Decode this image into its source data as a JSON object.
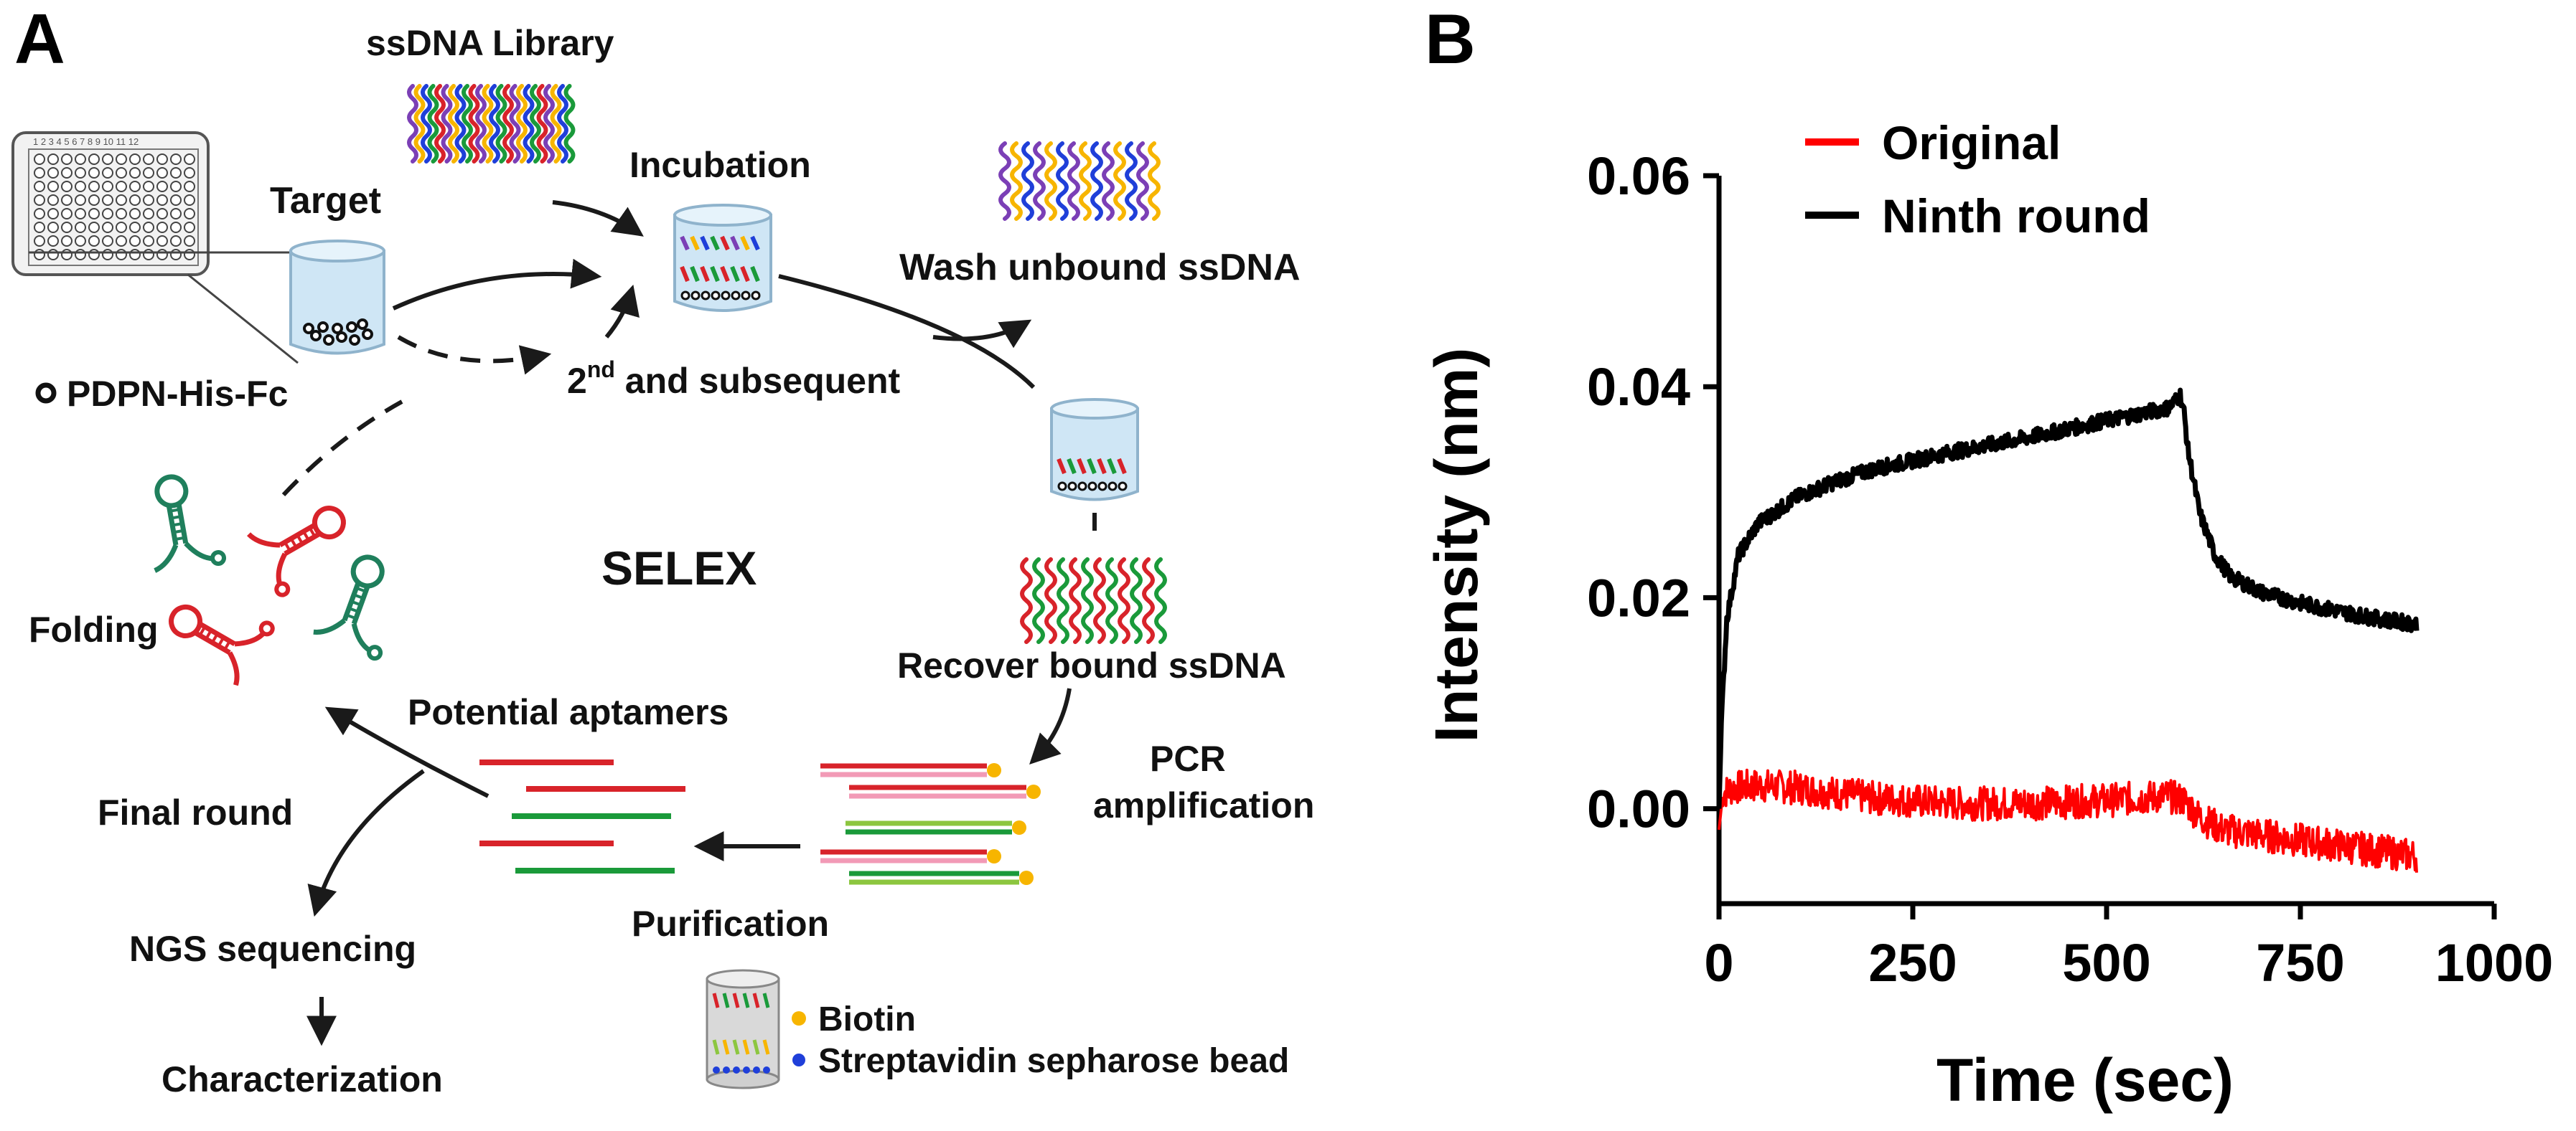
{
  "panels": {
    "a": "A",
    "b": "B"
  },
  "diagram": {
    "ssdna_library": "ssDNA Library",
    "target": "Target",
    "incubation": "Incubation",
    "wash": "Wash unbound ssDNA",
    "subsequent_base": "2",
    "subsequent_sup": "nd",
    "subsequent_rest": " and subsequent",
    "pdpn": "PDPN-His-Fc",
    "selex": "SELEX",
    "folding": "Folding",
    "recover": "Recover bound ssDNA",
    "potential": "Potential aptamers",
    "pcr_line1": "PCR",
    "pcr_line2": "amplification",
    "final_round": "Final round",
    "purification": "Purification",
    "ngs": "NGS sequencing",
    "characterization": "Characterization",
    "biotin": "Biotin",
    "streptavidin": "Streptavidin sepharose bead",
    "plate_cols": "1 2 3 4 5 6 7 8 9 10 11 12",
    "colors": {
      "red": "#d8232a",
      "green": "#1a9a3a",
      "teal": "#1f7f5c",
      "pink": "#f29ab6",
      "lime": "#8cc63f",
      "yellow": "#f7b500",
      "blue": "#1f3fd9",
      "purple": "#7b3fb6"
    }
  },
  "chart_data": {
    "type": "line",
    "xlabel": "Time (sec)",
    "ylabel": "Intensity (nm)",
    "xlim": [
      0,
      1000
    ],
    "ylim": [
      -0.009,
      0.06
    ],
    "xticks": [
      "0",
      "250",
      "500",
      "750",
      "1000"
    ],
    "yticks": [
      "0.00",
      "0.02",
      "0.04",
      "0.06"
    ],
    "legend_position": "top-left",
    "series": [
      {
        "name": "Original",
        "color": "#ff0000",
        "x": [
          0,
          5,
          20,
          50,
          100,
          200,
          300,
          400,
          500,
          580,
          600,
          620,
          650,
          700,
          750,
          800,
          850,
          900
        ],
        "y": [
          -0.002,
          0.0015,
          0.002,
          0.0022,
          0.002,
          0.001,
          0.0005,
          0.0005,
          0.0008,
          0.0012,
          0.0008,
          -0.0008,
          -0.002,
          -0.0025,
          -0.003,
          -0.0035,
          -0.004,
          -0.0045
        ]
      },
      {
        "name": "Ninth round",
        "color": "#000000",
        "x": [
          0,
          3,
          10,
          25,
          50,
          100,
          150,
          200,
          300,
          400,
          500,
          580,
          595,
          600,
          605,
          620,
          640,
          660,
          700,
          750,
          800,
          850,
          900
        ],
        "y": [
          0.0,
          0.008,
          0.018,
          0.024,
          0.027,
          0.0295,
          0.031,
          0.0322,
          0.0338,
          0.0352,
          0.0368,
          0.038,
          0.0392,
          0.0375,
          0.034,
          0.028,
          0.024,
          0.022,
          0.0205,
          0.0195,
          0.0187,
          0.018,
          0.0175
        ]
      }
    ]
  }
}
